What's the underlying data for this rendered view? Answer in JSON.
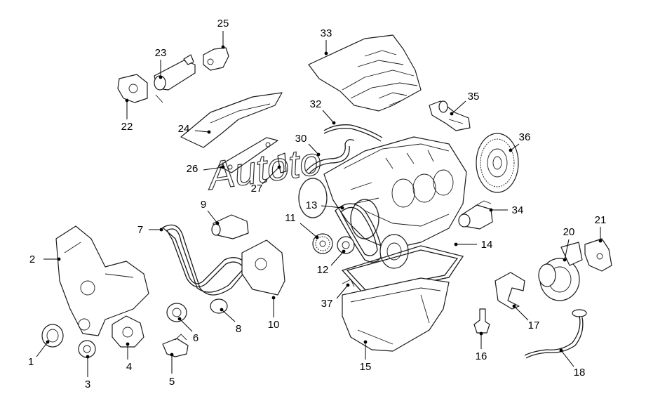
{
  "diagram": {
    "type": "exploded-parts-view",
    "callouts": [
      {
        "id": "c1",
        "label": "1"
      },
      {
        "id": "c2",
        "label": "2"
      },
      {
        "id": "c3",
        "label": "3"
      },
      {
        "id": "c4",
        "label": "4"
      },
      {
        "id": "c5",
        "label": "5"
      },
      {
        "id": "c6",
        "label": "6"
      },
      {
        "id": "c7",
        "label": "7"
      },
      {
        "id": "c8",
        "label": "8"
      },
      {
        "id": "c9",
        "label": "9"
      },
      {
        "id": "c10",
        "label": "10"
      },
      {
        "id": "c11",
        "label": "11"
      },
      {
        "id": "c12",
        "label": "12"
      },
      {
        "id": "c13",
        "label": "13"
      },
      {
        "id": "c14",
        "label": "14"
      },
      {
        "id": "c15",
        "label": "15"
      },
      {
        "id": "c16",
        "label": "16"
      },
      {
        "id": "c17",
        "label": "17"
      },
      {
        "id": "c18",
        "label": "18"
      },
      {
        "id": "c20",
        "label": "20"
      },
      {
        "id": "c21",
        "label": "21"
      },
      {
        "id": "c22",
        "label": "22"
      },
      {
        "id": "c23",
        "label": "23"
      },
      {
        "id": "c24",
        "label": "24"
      },
      {
        "id": "c25",
        "label": "25"
      },
      {
        "id": "c26",
        "label": "26"
      },
      {
        "id": "c27",
        "label": "27"
      },
      {
        "id": "c30",
        "label": "30"
      },
      {
        "id": "c32",
        "label": "32"
      },
      {
        "id": "c33",
        "label": "33"
      },
      {
        "id": "c34",
        "label": "34"
      },
      {
        "id": "c35",
        "label": "35"
      },
      {
        "id": "c36",
        "label": "36"
      },
      {
        "id": "c37",
        "label": "37"
      }
    ]
  },
  "watermark": {
    "text": "Autoto",
    "style": "outline-logo"
  }
}
